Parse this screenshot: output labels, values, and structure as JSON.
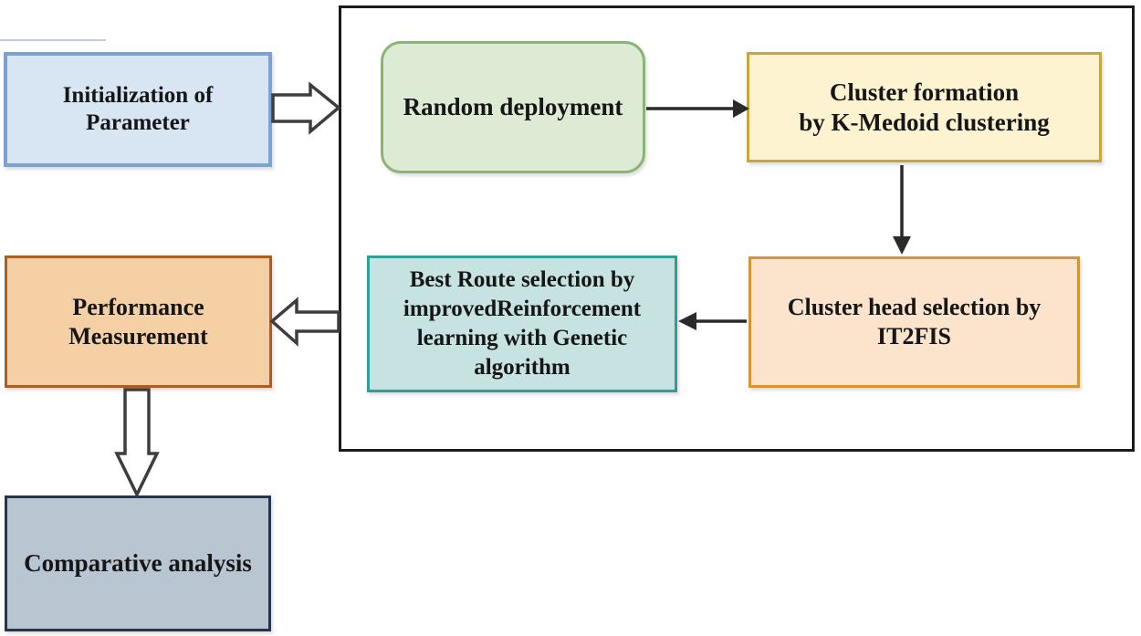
{
  "figure": {
    "type": "flowchart",
    "description": "Flow diagram of proposed method"
  },
  "colors": {
    "text": "#161616",
    "container_border": "#1b1b1b",
    "hollow_arrow_outline": "#3d3d3d",
    "hollow_arrow_fill": "#ffffff",
    "solid_arrow": "#2a2a2a",
    "artifact_line": "#a9bcd6",
    "initialization_fill": "#d8e5f3",
    "initialization_border": "#7da2cf",
    "random_fill": "#ddebd4",
    "random_border": "#8ab472",
    "cluster_formation_fill": "#fdf3d1",
    "cluster_formation_border": "#c9a43f",
    "cluster_head_fill": "#fce4cc",
    "cluster_head_border": "#d79430",
    "best_route_fill": "#c6e3e1",
    "best_route_border": "#2f9e98",
    "performance_fill": "#f5d0a4",
    "performance_border": "#ae5d22",
    "comparative_fill": "#b9c6d2",
    "comparative_border": "#24364e"
  },
  "boxes": {
    "initialization": {
      "lines": [
        "Initialization of",
        "Parameter"
      ]
    },
    "random_deployment": {
      "lines": [
        "Random deployment"
      ]
    },
    "cluster_formation": {
      "lines": [
        "Cluster formation",
        "by K-Medoid clustering"
      ]
    },
    "cluster_head": {
      "lines": [
        "Cluster head selection by",
        "IT2FIS"
      ]
    },
    "best_route": {
      "lines": [
        "Best Route selection by",
        "improvedReinforcement",
        "learning with Genetic",
        "algorithm"
      ]
    },
    "performance": {
      "lines": [
        "Performance",
        "Measurement"
      ]
    },
    "comparative": {
      "lines": [
        "Comparative analysis"
      ]
    }
  },
  "arrows": {
    "initialization_to_container": "hollow block arrow pointing right",
    "random_to_cluster_formation": "solid arrow pointing right",
    "cluster_formation_to_cluster_head": "solid arrow pointing down",
    "cluster_head_to_best_route": "solid arrow pointing left",
    "container_to_performance": "hollow block arrow pointing left",
    "performance_to_comparative": "hollow block arrow pointing down"
  }
}
